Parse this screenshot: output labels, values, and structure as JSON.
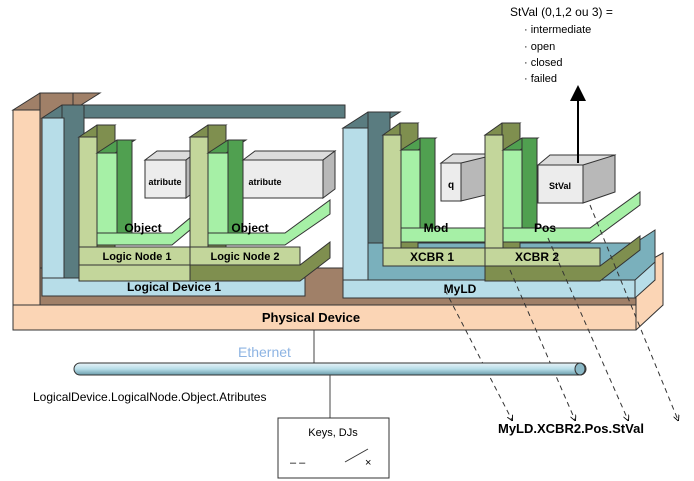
{
  "labels": {
    "stval_title": "StVal (0,1,2 ou 3) =",
    "stval_items": [
      "· intermediate",
      "· open",
      "· closed",
      "· failed"
    ],
    "physical_device": "Physical Device",
    "logical_device_1": "Logical Device 1",
    "myld": "MyLD",
    "logic_node_1": "Logic Node 1",
    "logic_node_2": "Logic Node 2",
    "xcbr1": "XCBR 1",
    "xcbr2": "XCBR 2",
    "object": "Object",
    "atribute": "atribute",
    "mod": "Mod",
    "pos": "Pos",
    "q": "q",
    "stval": "StVal",
    "ethernet": "Ethernet",
    "path_generic": "LogicalDevice.LogicalNode.Object.Atributes",
    "path_specific": "MyLD.XCBR2.Pos.StVal",
    "keys": "Keys, DJs",
    "dash": "– –",
    "switch_x": "×"
  },
  "colors": {
    "physical_front": "#FBD5B5",
    "physical_back": "#A08068",
    "logical_front": "#B7DDE8",
    "logical_back": "#5A7C80",
    "node_front": "#C3D69B",
    "node_back": "#7F8F4F",
    "object_front": "#A6F0A6",
    "object_back": "#50A050",
    "cube_front": "#ECECEC",
    "cube_side": "#B8B8B8",
    "ethernet": "#B7DDE8",
    "ethernet_text": "#8EB4E3"
  }
}
